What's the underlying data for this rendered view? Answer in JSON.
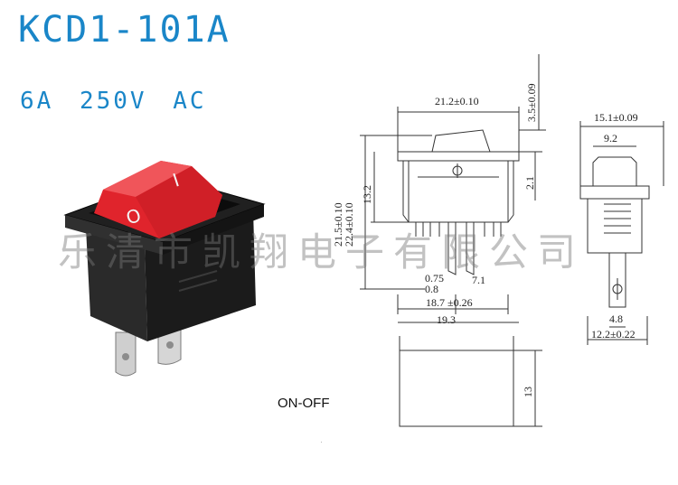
{
  "header": {
    "title": "KCD1-101A",
    "rating": "6A  250V  AC"
  },
  "watermark": {
    "text": "乐清市凯翔电子有限公司"
  },
  "photo": {
    "rocker_marks": {
      "off": "O",
      "on": "I"
    },
    "colors": {
      "rocker": "#e0242c",
      "housing": "#1c1c1c",
      "terminals": "#cfcfcf"
    }
  },
  "drawing": {
    "front_dims": {
      "top_width": "21.2±0.10",
      "rocker_height": "3.5±0.09",
      "height_overall": "21.5±0.10",
      "height_overall_alt": "22.4±0.10",
      "body_height": "13.2",
      "step": "2.1",
      "offset_left": "0.75",
      "offset_left_alt": "0.8",
      "pin_gap": "7.1",
      "bottom_width": "18.7 ±0.26",
      "base_width": "19.3"
    },
    "side_dims": {
      "top_width": "15.1±0.09",
      "inner_width": "9.2",
      "terminal_width": "4.8",
      "base_width": "12.2±0.22"
    },
    "bottom_dims": {
      "height": "13"
    }
  },
  "schematic": {
    "label": "ON-OFF"
  }
}
